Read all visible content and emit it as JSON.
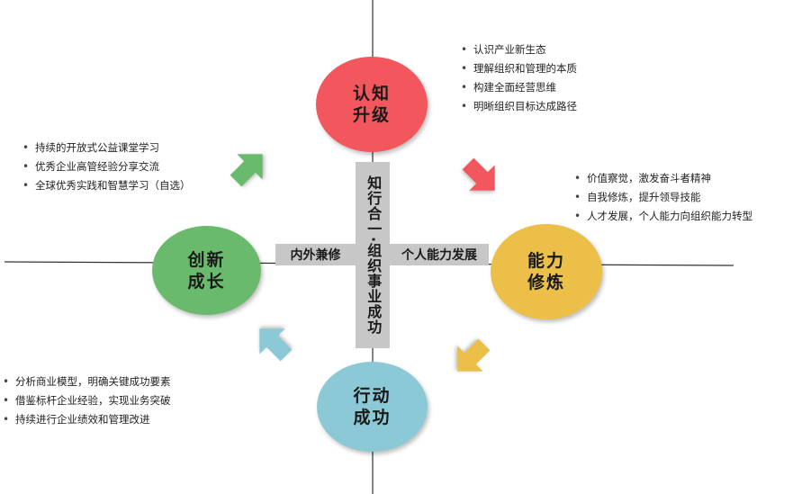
{
  "center": {
    "vertical_text": "知行合一·组织事业成功",
    "left_label": "内外兼修",
    "right_label": "个人能力发展"
  },
  "stages": {
    "cognition": {
      "line1": "认知",
      "line2": "升级",
      "color": "#f2575d"
    },
    "ability": {
      "line1": "能力",
      "line2": "修炼",
      "color": "#ebbf48"
    },
    "action": {
      "line1": "行动",
      "line2": "成功",
      "color": "#8cc9d6"
    },
    "growth": {
      "line1": "创新",
      "line2": "成长",
      "color": "#6aba6e"
    }
  },
  "bullets": {
    "cognition": [
      "认识产业新生态",
      "理解组织和管理的本质",
      "构建全面经营思维",
      "明晰组织目标达成路径"
    ],
    "ability": [
      "价值察觉，激发奋斗者精神",
      "自我修炼，提升领导技能",
      "人才发展，个人能力向组织能力转型"
    ],
    "growth": [
      "持续的开放式公益课堂学习",
      "优秀企业高管经验分享交流",
      "全球优秀实践和智慧学习（自选）"
    ],
    "action": [
      "分析商业模型，明确关键成功要素",
      "借鉴标杆企业经验，实现业务突破",
      "持续进行企业绩效和管理改进"
    ]
  },
  "arrow_colors": {
    "to_ability": "#f2575d",
    "to_action": "#ebbf48",
    "to_growth": "#8cc9d6",
    "to_cognition": "#6aba6e"
  }
}
